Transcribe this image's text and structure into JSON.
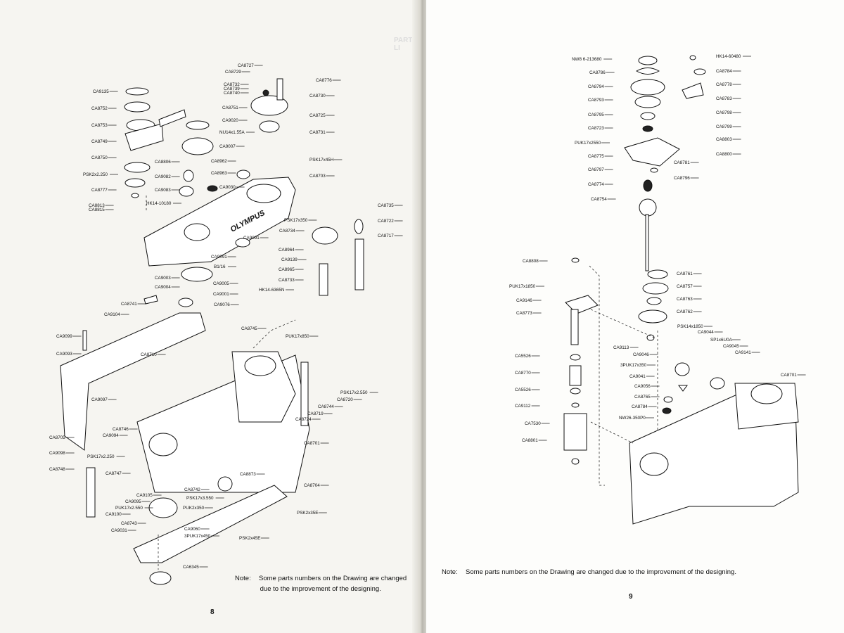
{
  "left_page": {
    "page_number": "8",
    "note": {
      "label": "Note:",
      "line1": "Some parts numbers on the Drawing are changed",
      "line2": "due to the improvement of the designing."
    },
    "brand_on_body": "OLYMPUS",
    "parts": [
      "CA8727",
      "CA8729",
      "CA8732",
      "CA8739",
      "CA8740",
      "CA8776",
      "CA8730",
      "CA9135",
      "CA8751",
      "CA8725",
      "CA8731",
      "CA8752",
      "CA8753",
      "CA9020",
      "NU14x1.55A",
      "CA8749",
      "CA9007",
      "CA8750",
      "CA8806",
      "PSK2x2.250",
      "CA8962",
      "PSK17x45H",
      "CA8963",
      "CA8703",
      "CA9082",
      "CA8777",
      "CA9083",
      "CA9030",
      "CA8813",
      "CA8815",
      "HK14-10180",
      "CA8735",
      "PSK17x350",
      "CA8722",
      "CA8734",
      "CA8717",
      "CA9091",
      "CA8964",
      "CA9091",
      "CA9139",
      "B1/16",
      "CA8965",
      "CA9003",
      "CA8733",
      "CA9005",
      "CA9004",
      "HK14-6365N",
      "CA9001",
      "CA8741",
      "CA9076",
      "CA9104",
      "CA9099",
      "CA8745",
      "PUK17x850",
      "CA9093",
      "CA8710",
      "CA9097",
      "PSK17x2.550",
      "CA8720",
      "CA8744",
      "CA8719",
      "CA8724",
      "CA8746",
      "CA8705",
      "CA9094",
      "CA8701",
      "CA9098",
      "PSK17x2.250",
      "CA8748",
      "CA8873",
      "CA8747",
      "CA8704",
      "CA8742",
      "CA9105",
      "PSK17x3.550",
      "CA9095",
      "PUK2x350",
      "PUK17x2.550",
      "CA9100",
      "PSK2x35E",
      "CA8743",
      "CA9060",
      "CA9031",
      "3PUK17x450",
      "PSK2x45E",
      "CA6345"
    ]
  },
  "right_page": {
    "page_number": "9",
    "note": {
      "label": "Note:",
      "text": "Some parts numbers on the Drawing are changed due to the improvement of the designing."
    },
    "parts": [
      "NW8 6-213680",
      "HK14-60480",
      "CA8786",
      "CA8784",
      "CA8794",
      "CA8778",
      "CA8783",
      "CA8793",
      "CA8798",
      "CA8795",
      "CA8799",
      "CA8723",
      "CA8803",
      "PUK17x2550",
      "CA8800",
      "CA8775",
      "CA8781",
      "CA8797",
      "CA8796",
      "CA8774",
      "CA8754",
      "CA8808",
      "CA8761",
      "PUK17x1850",
      "CA8757",
      "CA9146",
      "CA8763",
      "CA8773",
      "CA8762",
      "PSK14x1850",
      "CA9044",
      "CA9113",
      "SP1x6U0A",
      "CA9046",
      "CA9045",
      "3PUK17x350",
      "CA9141",
      "CA5526",
      "CA8701",
      "CA8770",
      "CA9041",
      "CA5526",
      "CA9056",
      "CA8765",
      "CA9112",
      "CA8784",
      "NW26-350P0",
      "CA7530",
      "CA8801"
    ]
  }
}
